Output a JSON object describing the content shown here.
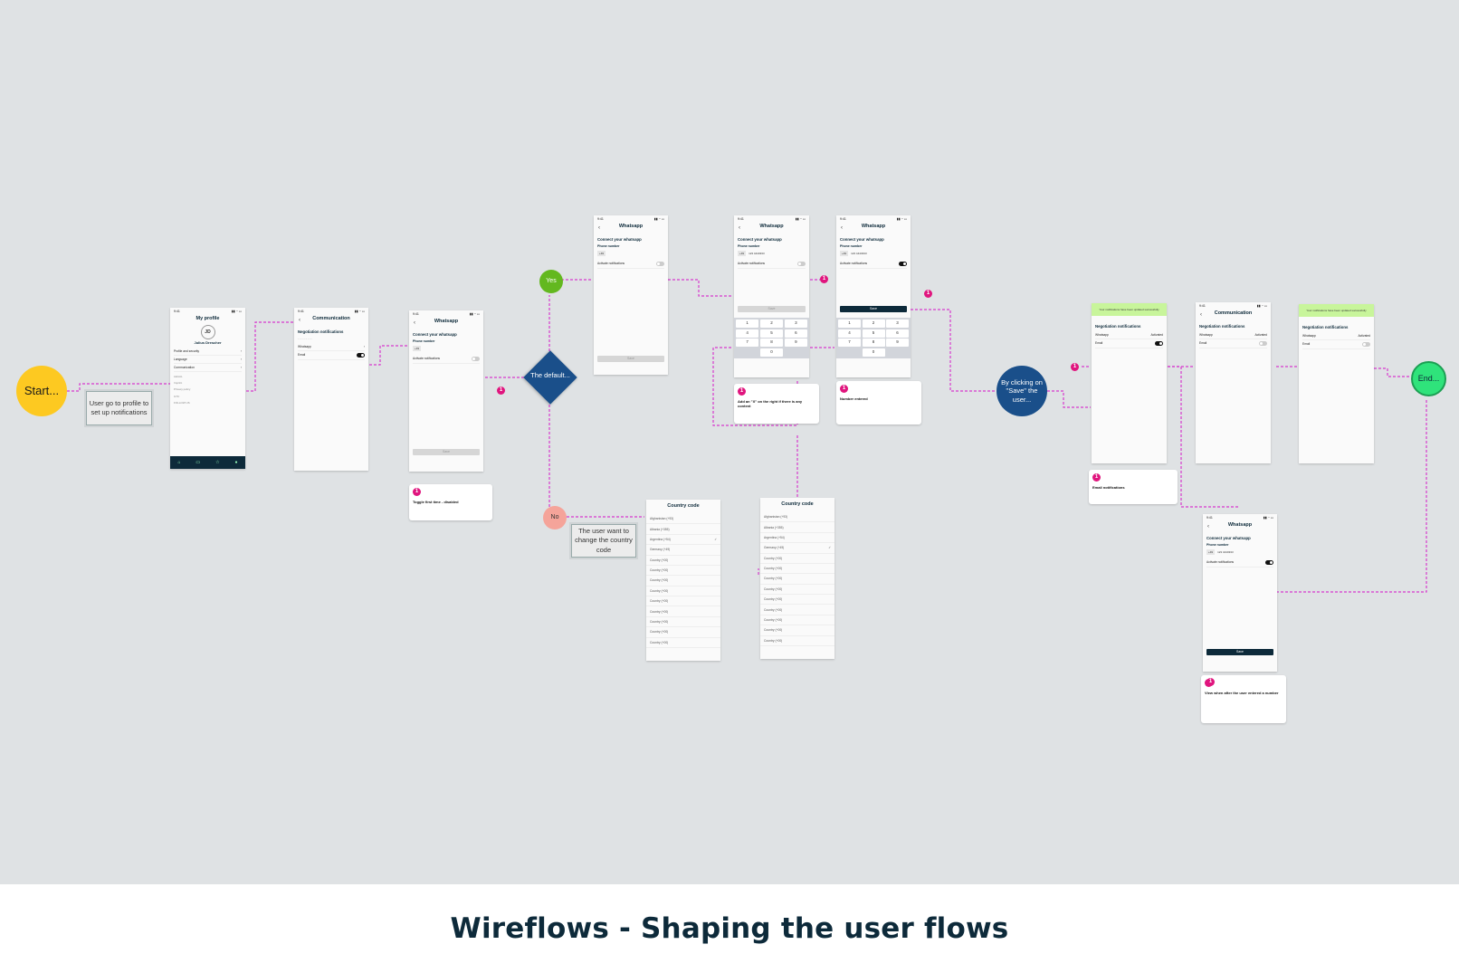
{
  "footer": {
    "title": "Wireflows - Shaping the user flows"
  },
  "nodes": {
    "start": "Start...",
    "end": "End...",
    "yes": "Yes",
    "no": "No",
    "decision": "The default...",
    "save_bubble": "By clicking on \"Save\" the user..."
  },
  "notes": {
    "profile_note": "User go to profile to set up notifications",
    "country_note": "The user want to change the country code"
  },
  "screens": {
    "status_time": "9:41",
    "profile": {
      "title": "My profile",
      "initials": "JD",
      "name": "Julius Drescher",
      "menu": [
        "Profile and security",
        "Language",
        "Communication"
      ],
      "legal": [
        "LEGAL",
        "Imprint",
        "Privacy policy",
        "GTC",
        "FOLLOW US"
      ]
    },
    "communication": {
      "title": "Communication",
      "section": "Negotiation notifications",
      "whatsapp": "Whatsapp",
      "email": "Email",
      "activated": "Activated"
    },
    "whatsapp": {
      "title": "Whatsapp",
      "heading": "Connect your whatsapp",
      "phone_label": "Phone number",
      "prefix": "+49",
      "number": "123 4440333",
      "activate": "Activate notifications",
      "save": "Save"
    },
    "country": {
      "title": "Country code",
      "items": [
        "Afghanistan (+93)",
        "Albania (+355)",
        "Argentina (+54)",
        "Germany (+49)",
        "Country (+00)",
        "Country (+00)",
        "Country (+00)",
        "Country (+00)",
        "Country (+00)",
        "Country (+00)",
        "Country (+00)",
        "Country (+00)",
        "Country (+00)"
      ]
    },
    "keypad": [
      "1",
      "2",
      "3",
      "4",
      "5",
      "6",
      "7",
      "8",
      "9",
      "",
      "0",
      ""
    ],
    "banner": "Your notifications have been updated successfully"
  },
  "cards": {
    "toggle": {
      "num": "1",
      "title": "Toggle first time - disabled"
    },
    "x_add": {
      "num": "1",
      "title": "Add an \"X\" on the right if there is any content"
    },
    "number_entered": {
      "num": "1",
      "title": "Number entered"
    },
    "email_notif": {
      "num": "1",
      "title": "Email notifications"
    },
    "view_when": {
      "num": "1",
      "title": "View when after the user entered a number"
    }
  },
  "colors": {
    "canvas": "#dfe2e4",
    "wire": "#d63acd",
    "start": "#fdc921",
    "end": "#2fe37b",
    "yes": "#63b81f",
    "no": "#f5a49a",
    "decision": "#1a4f8a",
    "pin": "#e0157e"
  }
}
